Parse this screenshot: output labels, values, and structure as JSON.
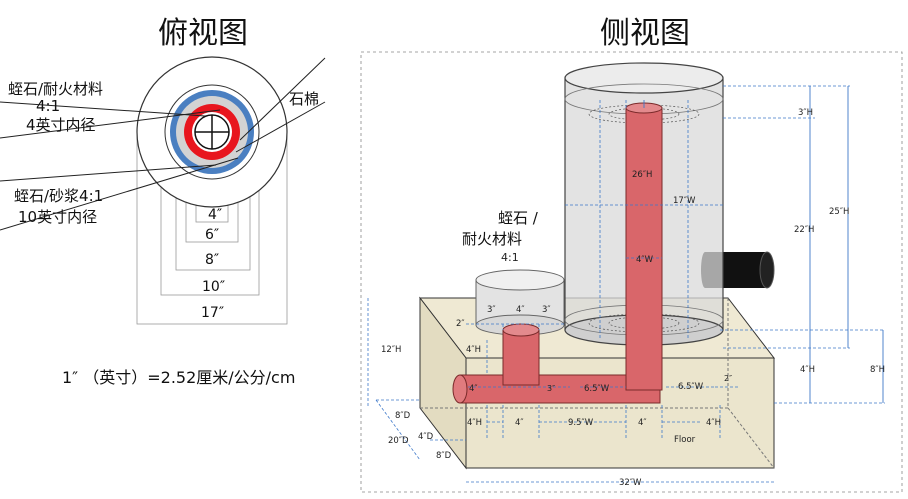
{
  "titles": {
    "top_view": "俯视图",
    "side_view": "侧视图"
  },
  "top_view": {
    "label_vermiculite_refractory": "蛭石/耐火材料",
    "label_ratio_1": "4:1",
    "label_inner_4in": "4英寸内径",
    "label_rock_wool": "石棉",
    "label_vermiculite_mortar": "蛭石/砂浆4:1",
    "label_inner_10in": "10英寸内径",
    "dims": [
      "4″",
      "6″",
      "8″",
      "10″",
      "17″"
    ]
  },
  "conversion_note": "1″ （英寸）=2.52厘米/公分/cm",
  "side_view": {
    "label_vermiculite": "蛭石 /",
    "label_refractory": "耐火材料",
    "label_ratio": "4:1",
    "dims": {
      "barrel_3h": "3″H",
      "riser_26h": "26″H",
      "barrel_17w": "17″W",
      "riser_22h": "22″H",
      "total_25h": "25″H",
      "riser_4w": "4″W",
      "feed_3a": "3″",
      "feed_4": "4″",
      "feed_3b": "3″",
      "feed_2": "2″",
      "base_12h": "12″H",
      "feed_4h_top": "4″H",
      "burn_4": "4″",
      "burn_3": "3″",
      "burn_65w": "6.5″W",
      "exhaust_65w": "6.5″W",
      "exhaust_2": "2″",
      "right_4h": "4″H",
      "right_8h": "8″H",
      "front_8d": "8″D",
      "front_20d": "20″D",
      "front_4d": "4″D",
      "front_8d_b": "8″D",
      "bottom_4h": "4″H",
      "bottom_4a": "4″",
      "bottom_95w": "9.5″W",
      "bottom_4b": "4″",
      "bottom_right_4h": "4″H",
      "floor": "Floor",
      "base_32w": "32″W"
    }
  },
  "colors": {
    "rock_wool_blue": "#4a7fc1",
    "refractory_red": "#e8161e",
    "riser_red": "#d9666a",
    "concrete_base": "#ebe5cd",
    "barrel_gray": "#d9d9d9",
    "chimney_black": "#111111",
    "dimension_blue": "#3d78c9"
  }
}
